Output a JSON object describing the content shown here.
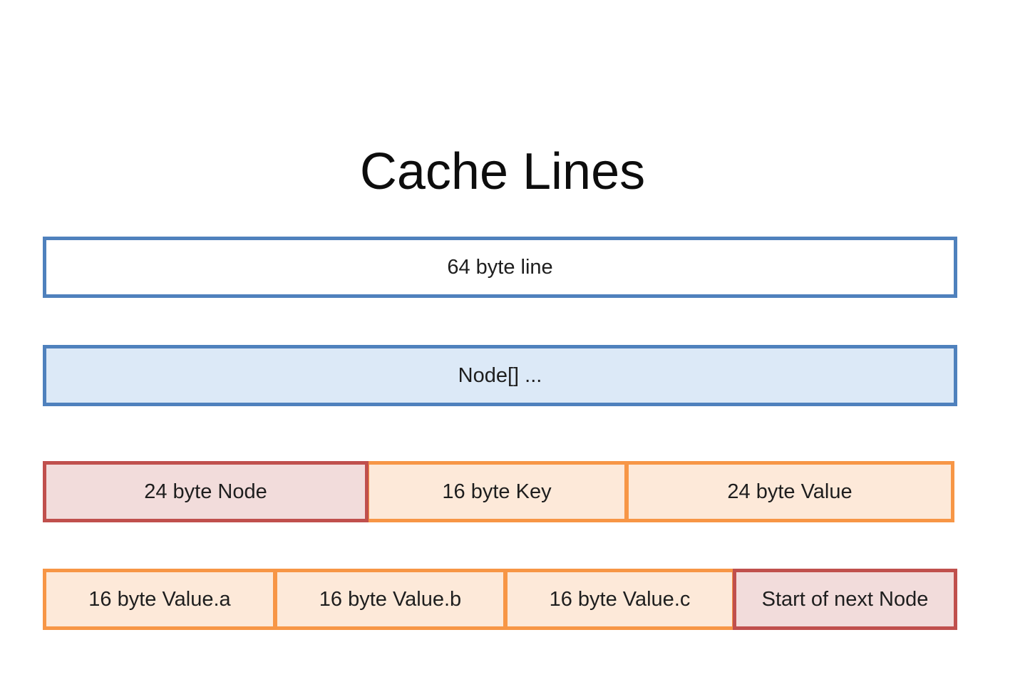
{
  "title": "Cache Lines",
  "rows": [
    {
      "cells": [
        {
          "label": "64 byte line",
          "style": "blue-white"
        }
      ]
    },
    {
      "cells": [
        {
          "label": "Node[] ...",
          "style": "blue-fill"
        }
      ]
    },
    {
      "cells": [
        {
          "label": "24 byte Node",
          "style": "red-fill"
        },
        {
          "label": "16 byte Key",
          "style": "orange-fill"
        },
        {
          "label": "24 byte Value",
          "style": "orange-fill"
        }
      ]
    },
    {
      "cells": [
        {
          "label": "16 byte Value.a",
          "style": "orange-fill"
        },
        {
          "label": "16 byte Value.b",
          "style": "orange-fill"
        },
        {
          "label": "16 byte Value.c",
          "style": "orange-fill"
        },
        {
          "label": "Start of next Node",
          "style": "red-fill"
        }
      ]
    }
  ],
  "colors": {
    "blue_border": "#4f81bd",
    "blue_fill": "#dce9f7",
    "red_border": "#c0504d",
    "red_fill": "#f2dcdb",
    "orange_border": "#f79646",
    "orange_fill": "#fde9d9"
  }
}
